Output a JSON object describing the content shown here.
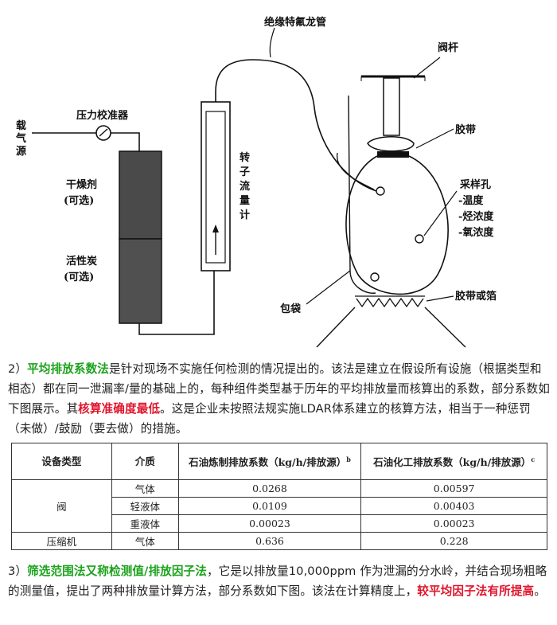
{
  "diagram": {
    "labels": {
      "tube": "绝缘特氟龙管",
      "valve_stem": "阀杆",
      "gas_source": [
        "载",
        "气",
        "源"
      ],
      "pressure_calibrator": "压力校准器",
      "desiccant": "干燥剂",
      "desiccant_opt": "(可选)",
      "activated_carbon": "活性炭",
      "activated_carbon_opt": "(可选)",
      "rotameter": [
        "转",
        "子",
        "流",
        "量",
        "计"
      ],
      "tape": "胶带",
      "sample_port": "采样孔",
      "sample_temp": "-温度",
      "sample_hc": "-烃浓度",
      "sample_o2": "-氧浓度",
      "bag": "包袋",
      "tape_or_foil": "胶带或箔"
    }
  },
  "para1": {
    "prefix": "2）",
    "highlight1": "平均排放系数法",
    "text1": "是针对现场不实施任何检测的情况提出的。该法是建立在假设所有设施（根据类型和相态）都在同一泄漏率/量的基础上的，每种组件类型基于历年的平均排放量而核算出的系数，部分系数如下图展示。其",
    "highlight2": "核算准确度最低",
    "text2": "。这是企业未按照法规实施LDAR体系建立的核算方法，相当于一种惩罚（未做）/鼓励（要去做）的措施。"
  },
  "table": {
    "headers": {
      "equipment_type": "设备类型",
      "medium": "介质",
      "refinery": "石油炼制排放系数（kg/h/排放源）",
      "refinery_sup": "b",
      "petrochem": "石油化工排放系数（kg/h/排放源）",
      "petrochem_sup": "c"
    },
    "rows": [
      {
        "type": "阀",
        "medium": "气体",
        "refinery": "0.0268",
        "petrochem": "0.00597"
      },
      {
        "type": "",
        "medium": "轻液体",
        "refinery": "0.0109",
        "petrochem": "0.00403"
      },
      {
        "type": "",
        "medium": "重液体",
        "refinery": "0.00023",
        "petrochem": "0.00023"
      },
      {
        "type": "压缩机",
        "medium": "气体",
        "refinery": "0.636",
        "petrochem": "0.228"
      }
    ]
  },
  "para2": {
    "prefix": "3）",
    "highlight1": "筛选范围法又称检测值/排放因子法",
    "text1": "，它是以排放量10,000ppm 作为泄漏的分水岭，并结合现场粗略的测量值，提出了两种排放量计算方法，部分系数如下图。该法在计算精度上，",
    "highlight2": "较平均因子法有所提高",
    "text2": "。"
  }
}
